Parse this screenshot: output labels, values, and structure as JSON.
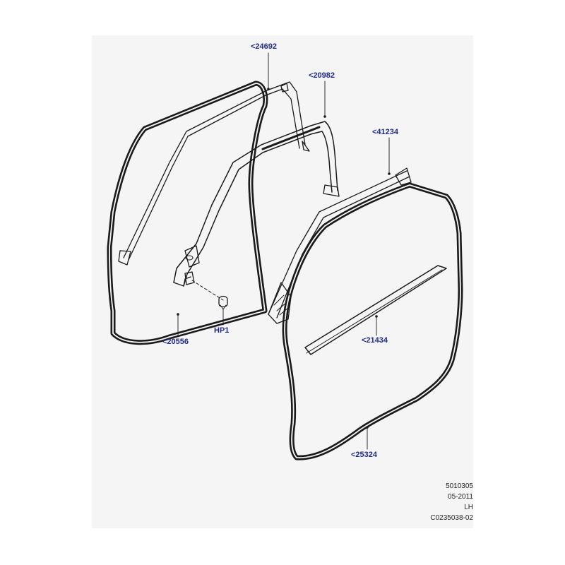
{
  "callouts": {
    "c24692": "<24692",
    "c20982": "<20982",
    "c41234": "<41234",
    "c20556": "<20556",
    "hp1": "HP1",
    "c21434": "<21434",
    "c25324": "<25324"
  },
  "footer": {
    "code": "5010305",
    "date": "05-2011",
    "side": "LH",
    "illustration_id": "C0235038-02"
  },
  "colors": {
    "callout": "#1f2a8c",
    "line": "#1a1a1a",
    "background": "#f5f5f5"
  }
}
